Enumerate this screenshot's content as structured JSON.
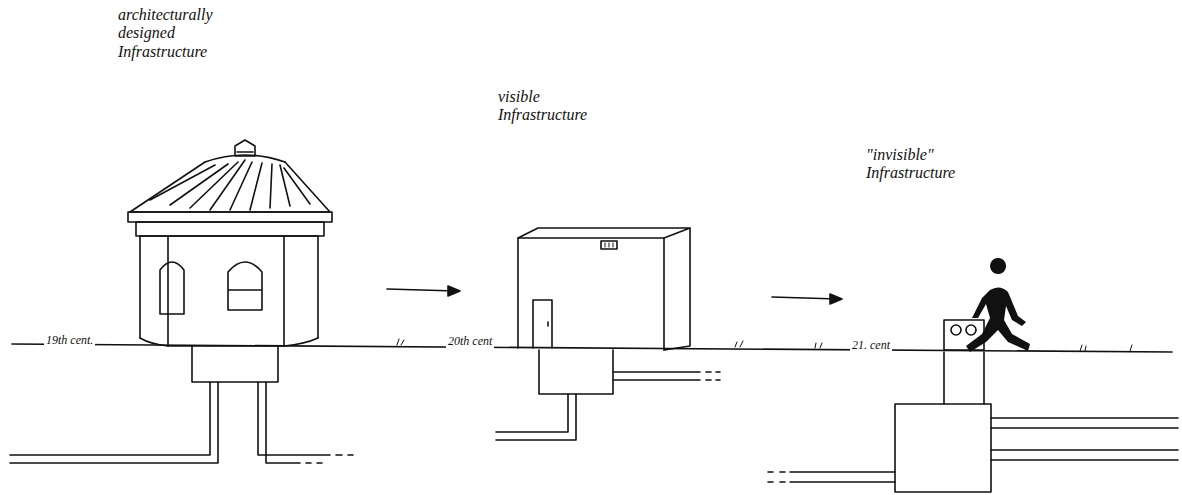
{
  "diagram": {
    "labels": [
      "architecturally designed Infrastructure",
      "visible Infrastructure",
      "\"invisible\" Infrastructure",
      "19th cent.",
      "20th cent",
      "21. cent"
    ]
  }
}
